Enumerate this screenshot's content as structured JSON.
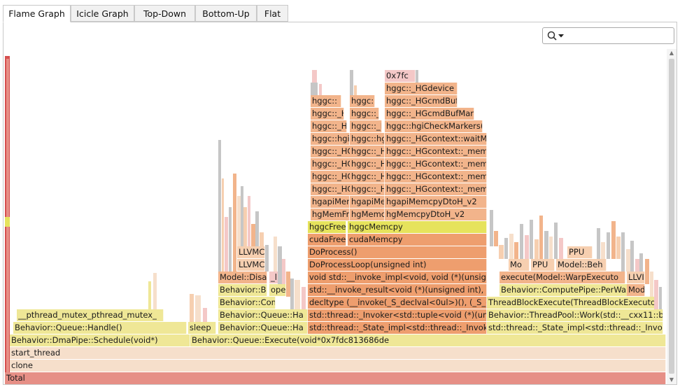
{
  "tabs": [
    {
      "label": "Flame Graph",
      "active": true
    },
    {
      "label": "Icicle Graph",
      "active": false
    },
    {
      "label": "Top-Down",
      "active": false
    },
    {
      "label": "Bottom-Up",
      "active": false
    },
    {
      "label": "Flat",
      "active": false
    }
  ],
  "search": {
    "icons": [
      "search-icon",
      "chevron-down-icon"
    ]
  },
  "colors": {
    "rose": "#e68f86",
    "salmon": "#ee9e6e",
    "orange": "#f2b48b",
    "peach": "#f6cfb0",
    "beige": "#f6dfcb",
    "yellow": "#efe796",
    "lime": "#e6e35c",
    "pink": "#f4c8c7",
    "grey": "#c6c6c6",
    "red": "#d64f4f"
  },
  "frames": [
    {
      "label": "Total",
      "color": "rose"
    },
    {
      "label": "clone",
      "color": "beige"
    },
    {
      "label": "start_thread",
      "color": "beige"
    },
    {
      "label": "Behavior::DmaPipe::Schedule(void*)",
      "color": "yellow"
    },
    {
      "label": "Behavior::Queue::Execute(void*0x7fdc813686de",
      "color": "yellow"
    },
    {
      "label": "Behavior::Queue::Handle()",
      "color": "yellow"
    },
    {
      "label": "sleep",
      "color": "yellow"
    },
    {
      "label": "__pthread_mutex_pthread_mutex_",
      "color": "yellow"
    },
    {
      "label": "Behavior::Queue::Ha",
      "color": "yellow"
    },
    {
      "label": "Behavior::Queue::Ha",
      "color": "yellow"
    },
    {
      "label": "Behavior::Compute",
      "color": "yellow"
    },
    {
      "label": "Behavior::Be",
      "color": "yellow"
    },
    {
      "label": "ope",
      "color": "yellow"
    },
    {
      "label": "Model::Disa",
      "color": "orange"
    },
    {
      "label": "_lit",
      "color": "pink"
    },
    {
      "label": "LLVMC",
      "color": "peach"
    },
    {
      "label": "LLVMC",
      "color": "peach"
    },
    {
      "label": "std::thread::_State_impl<std::thread::_Invoker<",
      "color": "salmon"
    },
    {
      "label": "std::thread::_Invoker<std::tuple<void (*)(unsign",
      "color": "salmon"
    },
    {
      "label": "decltype (__invoke(_S_declval<0ul>)(), (_S_dec",
      "color": "salmon"
    },
    {
      "label": "std::__invoke_result<void (*)(unsigned int), uns",
      "color": "salmon"
    },
    {
      "label": "void std::__invoke_impl<void, void (*)(unsigne",
      "color": "salmon"
    },
    {
      "label": "DoProcessLoop(unsigned int)",
      "color": "salmon"
    },
    {
      "label": "DoProcess()",
      "color": "salmon"
    },
    {
      "label": "cudaFree",
      "color": "salmon"
    },
    {
      "label": "cudaMemcpy",
      "color": "salmon"
    },
    {
      "label": "hggcFree",
      "color": "lime"
    },
    {
      "label": "hggcMemcpy",
      "color": "lime"
    },
    {
      "label": "hgMemFr",
      "color": "orange"
    },
    {
      "label": "hgMemc",
      "color": "orange"
    },
    {
      "label": "hgMemcpyDtoH_v2",
      "color": "orange"
    },
    {
      "label": "hgapiMen",
      "color": "orange"
    },
    {
      "label": "hgapiMe",
      "color": "orange"
    },
    {
      "label": "hgapiMemcpyDtoH_v2",
      "color": "orange"
    },
    {
      "label": "hggc::_HG",
      "color": "orange"
    },
    {
      "label": "hggc::_H",
      "color": "orange"
    },
    {
      "label": "hggc::_HGcontext::_memcp",
      "color": "orange"
    },
    {
      "label": "hggc::_HG",
      "color": "orange"
    },
    {
      "label": "hggc::_H",
      "color": "orange"
    },
    {
      "label": "hggc::_HGcontext::_memcp",
      "color": "orange"
    },
    {
      "label": "hggc::_HG",
      "color": "orange"
    },
    {
      "label": "hggc::_H",
      "color": "orange"
    },
    {
      "label": "hggc::_HGcontext::_memcp",
      "color": "orange"
    },
    {
      "label": "hggc::_HG",
      "color": "orange"
    },
    {
      "label": "hggc::_H",
      "color": "orange"
    },
    {
      "label": "hggc::_HGcontext::_memcp",
      "color": "orange"
    },
    {
      "label": "hggc::hgi",
      "color": "orange"
    },
    {
      "label": "hggc::hg",
      "color": "orange"
    },
    {
      "label": "hggc::_HGcontext::waitMa",
      "color": "orange"
    },
    {
      "label": "hggc::_H",
      "color": "orange"
    },
    {
      "label": "hggc::_H",
      "color": "orange"
    },
    {
      "label": "hggc::hgiCheckMarkers(h",
      "color": "orange"
    },
    {
      "label": "hggc::_H",
      "color": "orange"
    },
    {
      "label": "hggc::_I",
      "color": "orange"
    },
    {
      "label": "hggc::_HGcmdBufMark",
      "color": "orange"
    },
    {
      "label": "hggc::",
      "color": "orange"
    },
    {
      "label": "hggc:",
      "color": "orange"
    },
    {
      "label": "hggc::_HGcmdBuffer::",
      "color": "orange"
    },
    {
      "label": "hggc::_HGdevice",
      "color": "orange"
    },
    {
      "label": "0x7fc",
      "color": "pink"
    },
    {
      "label": "std::thread::_State_impl<std::thread::_Invoker<",
      "color": "yellow"
    },
    {
      "label": "Behavior::ThreadPool::Work(std::__cxx11::basi",
      "color": "yellow"
    },
    {
      "label": "ThreadBlockExecute(ThreadBlockExecutor",
      "color": "yellow"
    },
    {
      "label": "Behavior::ComputePipe::PerWarp",
      "color": "yellow"
    },
    {
      "label": "Mod",
      "color": "orange"
    },
    {
      "label": "execute(Model::WarpExecuto",
      "color": "orange"
    },
    {
      "label": "LLVI",
      "color": "peach"
    },
    {
      "label": "Mo",
      "color": "peach"
    },
    {
      "label": "PPU",
      "color": "peach"
    },
    {
      "label": "Model::Beh",
      "color": "peach"
    },
    {
      "label": "PPU",
      "color": "peach"
    }
  ]
}
